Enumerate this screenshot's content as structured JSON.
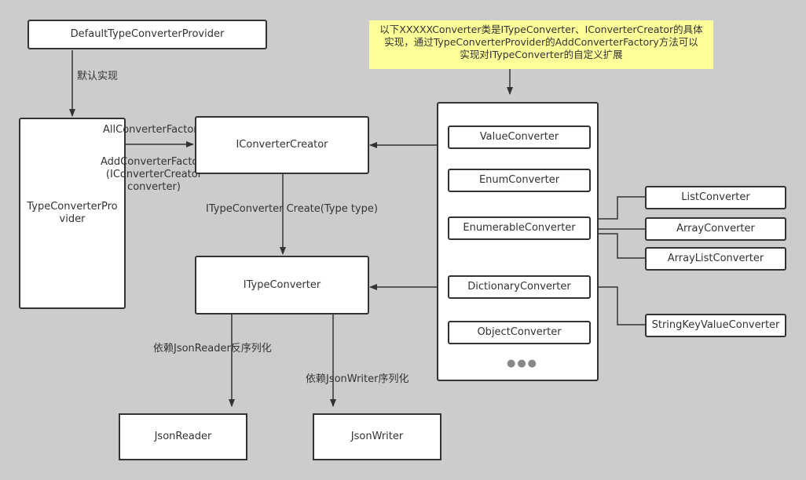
{
  "note": {
    "line1": "以下XXXXXConverter类是ITypeConverter、IConverterCreator的具体",
    "line2": "实现，通过TypeConverterProvider的AddConverterFactory方法可以",
    "line3": "实现对ITypeConverter的自定义扩展"
  },
  "boxes": {
    "default_provider": "DefaultTypeConverterProvider",
    "type_converter_provider": "TypeConverterPro vider",
    "iconverter_creator": "IConverterCreator",
    "itype_converter": "ITypeConverter",
    "json_reader": "JsonReader",
    "json_writer": "JsonWriter",
    "value_converter": "ValueConverter",
    "enum_converter": "EnumConverter",
    "enumerable_converter": "EnumerableConverter",
    "dictionary_converter": "DictionaryConverter",
    "object_converter": "ObjectConverter",
    "list_converter": "ListConverter",
    "array_converter": "ArrayConverter",
    "array_list_converter": "ArrayListConverter",
    "string_key_value_converter": "StringKeyValueConverter"
  },
  "labels": {
    "default_impl": "默认实现",
    "all_factories": "AllConverterFactories()",
    "add_factory_line1": "AddConverterFactory",
    "add_factory_line2": "(IConverterCreator",
    "add_factory_line3": "converter)",
    "create_method": "ITypeConverter Create(Type type)",
    "reader_dep": "依赖JsonReader反序列化",
    "writer_dep": "依赖JsonWriter序列化",
    "more": "●●●"
  }
}
